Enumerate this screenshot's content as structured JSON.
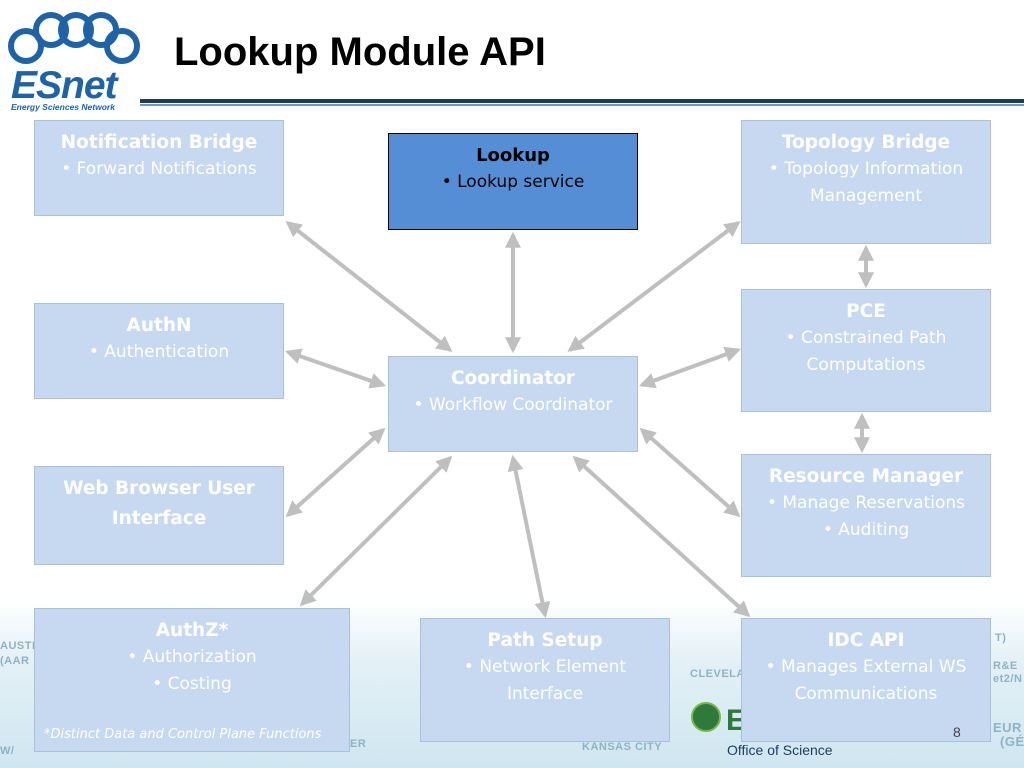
{
  "slide": {
    "title": "Lookup Module API",
    "page_number": "8",
    "footnote": "*Distinct Data and Control Plane Functions"
  },
  "logo": {
    "word": "ESnet",
    "tagline": "Energy Sciences Network"
  },
  "footer_brand": {
    "office": "Office of Science"
  },
  "background_map_labels": [
    "AUSTI",
    "(AAR",
    "CLEVELA",
    "KANSAS CITY",
    "R&E",
    "et2/N",
    "EUR",
    "(GÉ",
    "T)",
    "ER",
    "W/"
  ],
  "modules": {
    "notification_bridge": {
      "title": "Notification Bridge",
      "lines": [
        "• Forward Notifications"
      ]
    },
    "lookup": {
      "title": "Lookup",
      "lines": [
        "• Lookup service"
      ]
    },
    "topology_bridge": {
      "title": "Topology Bridge",
      "lines": [
        "• Topology Information",
        "Management"
      ]
    },
    "authn": {
      "title": "AuthN",
      "lines": [
        "• Authentication"
      ]
    },
    "coordinator": {
      "title": "Coordinator",
      "lines": [
        "• Workflow Coordinator"
      ]
    },
    "pce": {
      "title": "PCE",
      "lines": [
        "• Constrained Path",
        "Computations"
      ]
    },
    "web_ui": {
      "title": "Web Browser User",
      "lines": [
        "Interface"
      ]
    },
    "resource_manager": {
      "title": "Resource Manager",
      "lines": [
        "• Manage Reservations",
        "• Auditing"
      ]
    },
    "authz": {
      "title": "AuthZ*",
      "lines": [
        "• Authorization",
        "• Costing"
      ]
    },
    "path_setup": {
      "title": "Path Setup",
      "lines": [
        "• Network Element",
        "Interface"
      ]
    },
    "idc_api": {
      "title": "IDC API",
      "lines": [
        "• Manages External WS",
        "Communications"
      ]
    }
  },
  "colors": {
    "active_box": "#558ed5",
    "inactive_box": "#c6d9f0",
    "arrow": "#bfbfbf",
    "title_rule": "#1f3b5c"
  },
  "icons": [
    "esnet-rings-logo",
    "doe-seal-icon"
  ]
}
